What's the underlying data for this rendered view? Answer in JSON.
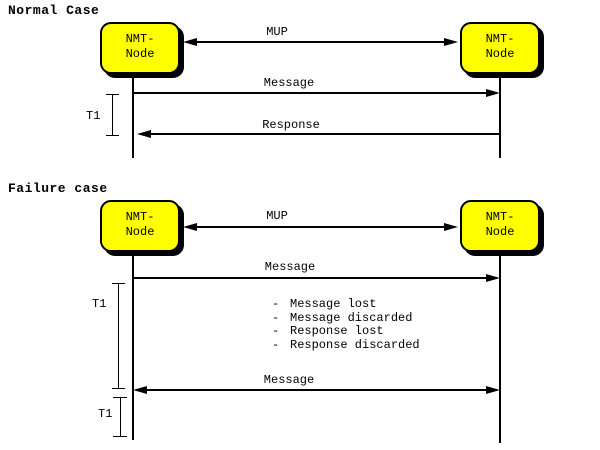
{
  "colors": {
    "node_fill": "#ffff00",
    "line": "#000000",
    "background": "#ffffff"
  },
  "node": {
    "line1": "NMT-",
    "line2": "Node"
  },
  "normal_case": {
    "title": "Normal Case",
    "mup_label": "MUP",
    "message_label": "Message",
    "response_label": "Response",
    "timer_label": "T1"
  },
  "failure_case": {
    "title": "Failure case",
    "mup_label": "MUP",
    "first_message_label": "Message",
    "retransmitted_message_label": "Message",
    "timer1_label": "T1",
    "timer2_label": "T1",
    "failure_notes": [
      {
        "bullet": "-",
        "text": "Message lost"
      },
      {
        "bullet": "-",
        "text": "Message discarded"
      },
      {
        "bullet": "-",
        "text": "Response lost"
      },
      {
        "bullet": "-",
        "text": "Response discarded"
      }
    ]
  }
}
